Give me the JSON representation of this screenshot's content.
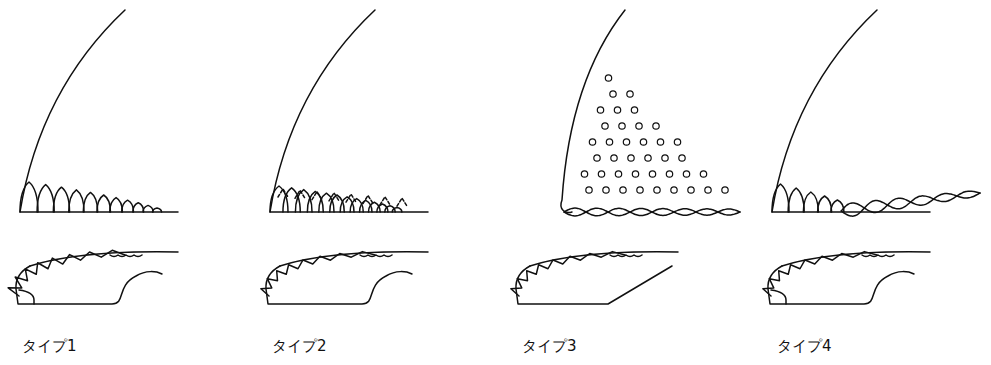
{
  "diagram": {
    "labels": [
      "タイプ1",
      "タイプ2",
      "タイプ3",
      "タイプ4"
    ]
  }
}
